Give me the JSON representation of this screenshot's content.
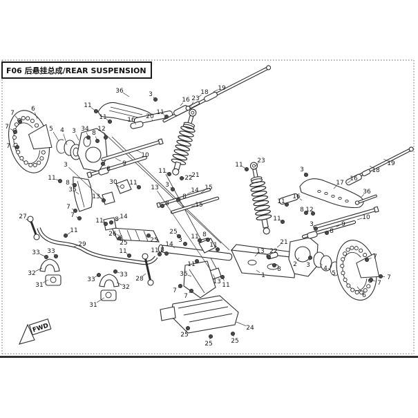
{
  "title": {
    "text": "F06 后悬挂总成/REAR SUSPENSION"
  },
  "fwd": {
    "label": "FWD"
  },
  "colors": {
    "line": "#2a2a2a",
    "leader": "#3a3a3a",
    "dot": "#4a4a4a",
    "border_dotted": "#666",
    "border_solid": "#2f2f2f"
  },
  "callouts": [
    [
      "7",
      18,
      163,
      29,
      176,
      1
    ],
    [
      "6",
      48,
      157,
      54,
      172,
      0
    ],
    [
      "7",
      10,
      183,
      22,
      191,
      1
    ],
    [
      "7",
      12,
      211,
      25,
      213,
      1
    ],
    [
      "5",
      74,
      186,
      85,
      204,
      0
    ],
    [
      "4",
      90,
      188,
      97,
      210,
      0
    ],
    [
      "3",
      107,
      189,
      114,
      203,
      0
    ],
    [
      "34",
      123,
      186,
      128,
      199,
      1
    ],
    [
      "8",
      136,
      192,
      141,
      204,
      1
    ],
    [
      "12",
      147,
      186,
      153,
      199,
      1
    ],
    [
      "11",
      127,
      152,
      139,
      161,
      1
    ],
    [
      "11",
      149,
      169,
      159,
      176,
      1
    ],
    [
      "16",
      190,
      173,
      197,
      180,
      0
    ],
    [
      "20",
      217,
      168,
      221,
      175,
      0
    ],
    [
      "11",
      232,
      162,
      241,
      169,
      1
    ],
    [
      "36",
      173,
      131,
      187,
      140,
      0
    ],
    [
      "3",
      218,
      136,
      225,
      144,
      1
    ],
    [
      "16",
      269,
      144,
      261,
      153,
      0
    ],
    [
      "23",
      283,
      142,
      275,
      156,
      0
    ],
    [
      "18",
      296,
      133,
      287,
      141,
      0
    ],
    [
      "19",
      321,
      127,
      309,
      133,
      0
    ],
    [
      "10",
      210,
      224,
      197,
      217,
      0
    ],
    [
      "9",
      180,
      236,
      167,
      229,
      0
    ],
    [
      "8",
      157,
      244,
      149,
      237,
      1
    ],
    [
      "3",
      95,
      238,
      150,
      290,
      1
    ],
    [
      "11",
      75,
      257,
      87,
      262,
      1
    ],
    [
      "8",
      98,
      264,
      108,
      268,
      1
    ],
    [
      "35",
      105,
      274,
      114,
      281,
      0
    ],
    [
      "30",
      164,
      263,
      173,
      271,
      0
    ],
    [
      "11",
      193,
      264,
      201,
      271,
      1
    ],
    [
      "13",
      139,
      284,
      150,
      289,
      0
    ],
    [
      "13",
      224,
      271,
      305,
      391,
      0
    ],
    [
      "3",
      242,
      267,
      250,
      274,
      1
    ],
    [
      "14",
      282,
      275,
      271,
      281,
      0
    ],
    [
      "15",
      302,
      271,
      291,
      279,
      0
    ],
    [
      "8",
      267,
      284,
      258,
      289,
      1
    ],
    [
      "15",
      288,
      296,
      277,
      299,
      0
    ],
    [
      "8",
      242,
      294,
      235,
      298,
      1
    ],
    [
      "11",
      235,
      247,
      245,
      252,
      1
    ],
    [
      "22",
      273,
      257,
      263,
      258,
      1
    ],
    [
      "21",
      283,
      253,
      273,
      255,
      0
    ],
    [
      "27",
      33,
      313,
      44,
      322,
      0
    ],
    [
      "7",
      99,
      299,
      109,
      305,
      1
    ],
    [
      "7",
      105,
      311,
      115,
      316,
      1
    ],
    [
      "11",
      107,
      333,
      95,
      341,
      1
    ],
    [
      "29",
      119,
      353,
      107,
      357,
      0
    ],
    [
      "33",
      52,
      365,
      67,
      372,
      1
    ],
    [
      "33",
      74,
      363,
      81,
      371,
      1
    ],
    [
      "32",
      46,
      395,
      61,
      388,
      0
    ],
    [
      "31",
      57,
      412,
      70,
      405,
      0
    ],
    [
      "26",
      163,
      338,
      177,
      342,
      0
    ],
    [
      "25",
      179,
      351,
      173,
      345,
      1
    ],
    [
      "25",
      223,
      347,
      215,
      341,
      1
    ],
    [
      "14",
      179,
      313,
      168,
      319,
      0
    ],
    [
      "8",
      169,
      317,
      161,
      322,
      1
    ],
    [
      "11",
      144,
      319,
      153,
      324,
      1
    ],
    [
      "33",
      132,
      404,
      143,
      398,
      1
    ],
    [
      "33",
      179,
      397,
      167,
      393,
      1
    ],
    [
      "32",
      182,
      415,
      169,
      409,
      0
    ],
    [
      "31",
      135,
      441,
      151,
      431,
      0
    ],
    [
      "28",
      202,
      403,
      211,
      396,
      0
    ],
    [
      "11",
      178,
      363,
      187,
      370,
      1
    ],
    [
      "11",
      224,
      362,
      231,
      368,
      1
    ],
    [
      "8",
      235,
      361,
      241,
      367,
      1
    ],
    [
      "25",
      251,
      335,
      259,
      342,
      1
    ],
    [
      "11",
      282,
      342,
      289,
      348,
      1
    ],
    [
      "8",
      296,
      339,
      301,
      347,
      1
    ],
    [
      "3",
      261,
      347,
      268,
      353,
      1
    ],
    [
      "14",
      245,
      353,
      253,
      359,
      0
    ],
    [
      "11",
      309,
      354,
      315,
      361,
      1
    ],
    [
      "11",
      277,
      382,
      285,
      378,
      1
    ],
    [
      "35",
      266,
      396,
      277,
      400,
      0
    ],
    [
      "13",
      314,
      407,
      308,
      397,
      0
    ],
    [
      "11",
      327,
      412,
      322,
      401,
      1
    ],
    [
      "1",
      381,
      398,
      371,
      391,
      0
    ],
    [
      "13",
      377,
      363,
      369,
      371,
      0
    ],
    [
      "22",
      396,
      363,
      389,
      372,
      1
    ],
    [
      "21",
      411,
      350,
      401,
      358,
      0
    ],
    [
      "8",
      404,
      389,
      397,
      384,
      1
    ],
    [
      "2",
      427,
      382,
      433,
      373,
      0
    ],
    [
      "3",
      446,
      383,
      449,
      373,
      1
    ],
    [
      "7",
      253,
      420,
      261,
      414,
      1
    ],
    [
      "7",
      269,
      428,
      277,
      421,
      1
    ],
    [
      "24",
      362,
      474,
      342,
      466,
      0
    ],
    [
      "25",
      267,
      484,
      272,
      475,
      1
    ],
    [
      "25",
      302,
      497,
      305,
      487,
      1
    ],
    [
      "25",
      340,
      493,
      337,
      483,
      1
    ],
    [
      "23",
      378,
      232,
      369,
      241,
      0
    ],
    [
      "11",
      346,
      238,
      357,
      245,
      1
    ],
    [
      "3",
      437,
      245,
      443,
      253,
      1
    ],
    [
      "17",
      492,
      264,
      483,
      273,
      0
    ],
    [
      "16",
      512,
      258,
      503,
      265,
      0
    ],
    [
      "18",
      544,
      246,
      535,
      240,
      0
    ],
    [
      "19",
      566,
      236,
      555,
      230,
      0
    ],
    [
      "16",
      429,
      284,
      437,
      290,
      0
    ],
    [
      "11",
      407,
      291,
      415,
      296,
      1
    ],
    [
      "36",
      531,
      277,
      523,
      285,
      0
    ],
    [
      "8",
      437,
      303,
      443,
      308,
      1
    ],
    [
      "12",
      448,
      303,
      453,
      309,
      1
    ],
    [
      "10",
      530,
      314,
      517,
      318,
      0
    ],
    [
      "9",
      497,
      324,
      487,
      328,
      0
    ],
    [
      "8",
      480,
      334,
      473,
      337,
      1
    ],
    [
      "3",
      451,
      324,
      457,
      331,
      1
    ],
    [
      "11",
      401,
      316,
      409,
      321,
      1
    ],
    [
      "4",
      471,
      388,
      463,
      381,
      0
    ],
    [
      "5",
      483,
      395,
      475,
      388,
      0
    ],
    [
      "6",
      527,
      427,
      517,
      415,
      0
    ],
    [
      "7",
      543,
      371,
      531,
      376,
      1
    ],
    [
      "7",
      563,
      401,
      551,
      400,
      1
    ],
    [
      "7",
      549,
      409,
      537,
      405,
      1
    ]
  ]
}
